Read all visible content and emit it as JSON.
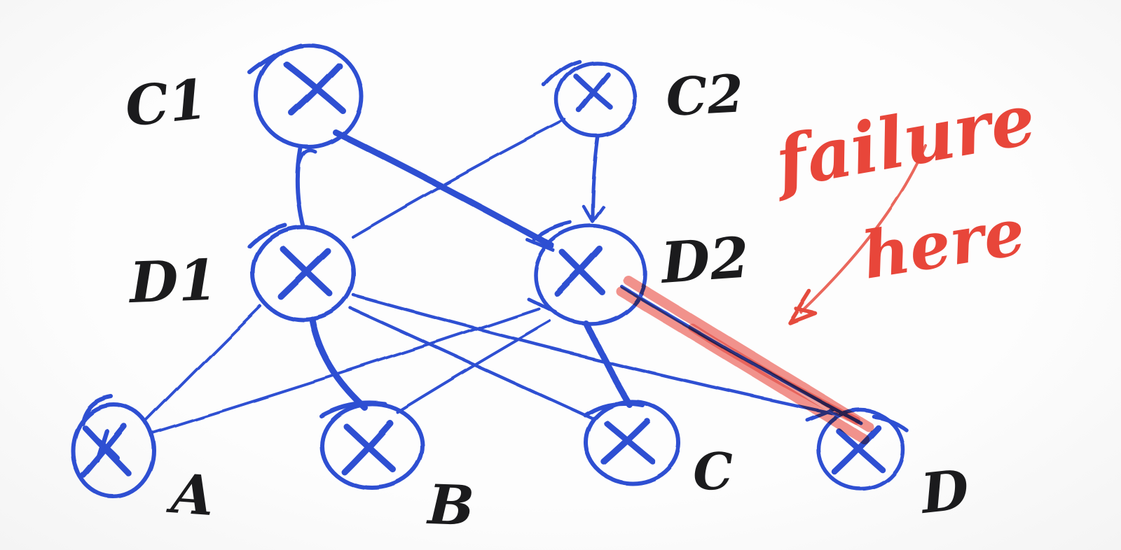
{
  "canvas": {
    "background": "#fbfbfb",
    "kind": "hand-drawn network topology sketch"
  },
  "palette": {
    "ink_blue": "#2d4fd2",
    "marker_red": "#ea3c2e",
    "pen_red": "#e8564a",
    "note_red": "#e8463a",
    "label_black": "#1b1b1d"
  },
  "diagram": {
    "nodes": [
      {
        "id": "C1",
        "label": "C1"
      },
      {
        "id": "C2",
        "label": "C2"
      },
      {
        "id": "D1",
        "label": "D1"
      },
      {
        "id": "D2",
        "label": "D2"
      },
      {
        "id": "A",
        "label": "A"
      },
      {
        "id": "B",
        "label": "B"
      },
      {
        "id": "C",
        "label": "C"
      },
      {
        "id": "D",
        "label": "D"
      }
    ],
    "edges": [
      {
        "from": "C1",
        "to": "D1",
        "failed": false
      },
      {
        "from": "C1",
        "to": "D2",
        "failed": false
      },
      {
        "from": "C2",
        "to": "D1",
        "failed": false
      },
      {
        "from": "C2",
        "to": "D2",
        "failed": false
      },
      {
        "from": "D1",
        "to": "A",
        "failed": false
      },
      {
        "from": "D1",
        "to": "B",
        "failed": false
      },
      {
        "from": "D1",
        "to": "C",
        "failed": false
      },
      {
        "from": "D1",
        "to": "D",
        "failed": false
      },
      {
        "from": "D2",
        "to": "A",
        "failed": false
      },
      {
        "from": "D2",
        "to": "B",
        "failed": false
      },
      {
        "from": "D2",
        "to": "C",
        "failed": false
      },
      {
        "from": "D2",
        "to": "D",
        "failed": true
      }
    ],
    "annotation": {
      "line1": "failure",
      "line2": "here",
      "points_to": "edge D2-D"
    }
  }
}
